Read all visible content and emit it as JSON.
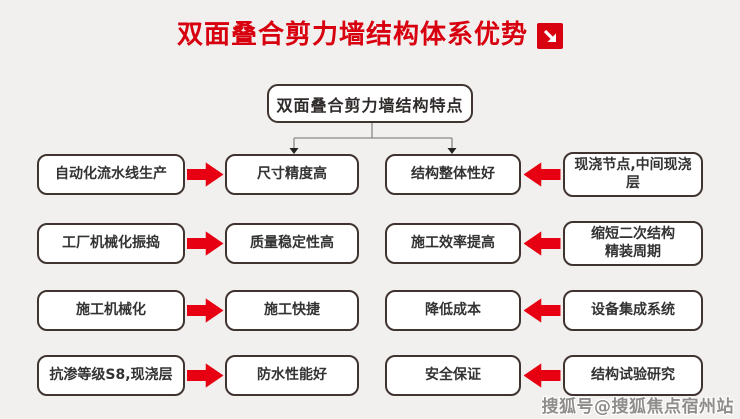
{
  "colors": {
    "accent_red": "#d8000f",
    "arrow_red": "#e60012",
    "box_border": "#3f3430",
    "background": "#f1f0ee",
    "connector_line": "#8a8a8a",
    "text": "#333333",
    "watermark_gray": "#8f8d8b"
  },
  "title": {
    "text": "双面叠合剪力墙结构体系优势",
    "icon": "diagonal-down-right-arrow-icon"
  },
  "root": {
    "label": "双面叠合剪力墙结构特点"
  },
  "rows": [
    {
      "left_source": "自动化流水线生产",
      "left_result": "尺寸精度高",
      "right_result": "结构整体性好",
      "right_source": "现浇节点,中间现浇层"
    },
    {
      "left_source": "工厂机械化振捣",
      "left_result": "质量稳定性高",
      "right_result": "施工效率提高",
      "right_source": "缩短二次结构\n精装周期"
    },
    {
      "left_source": "施工机械化",
      "left_result": "施工快捷",
      "right_result": "降低成本",
      "right_source": "设备集成系统"
    },
    {
      "left_source": "抗渗等级S8,现浇层",
      "left_result": "防水性能好",
      "right_result": "安全保证",
      "right_source": "结构试验研究"
    }
  ],
  "watermark": "搜狐号@搜狐焦点宿州站"
}
